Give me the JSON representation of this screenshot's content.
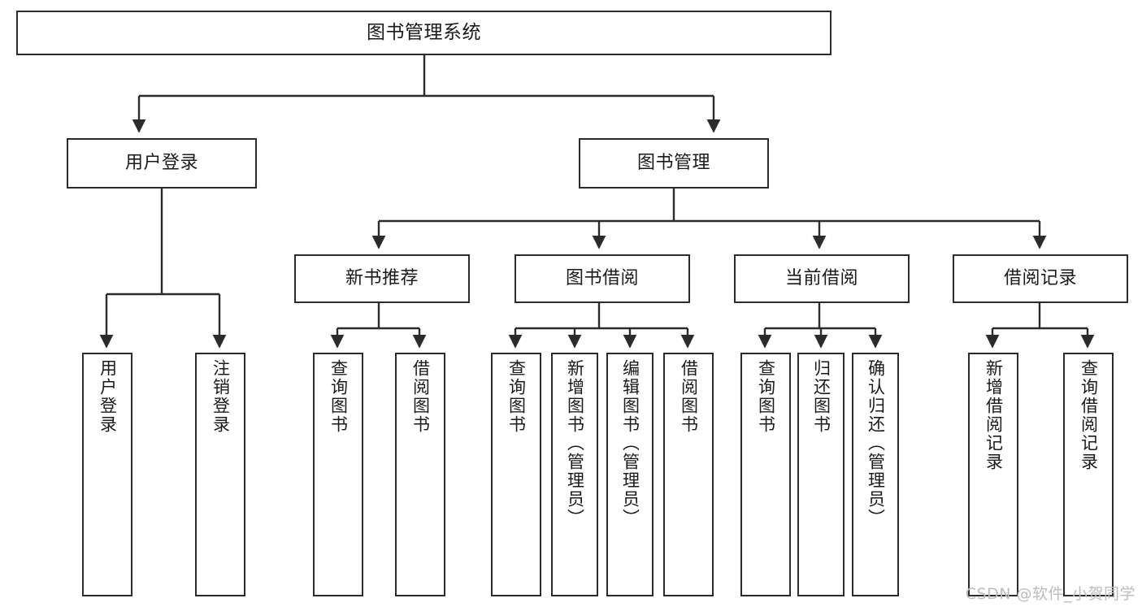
{
  "diagram": {
    "title": "图书管理系统",
    "type": "tree",
    "stroke_color": "#2b2b2b",
    "fill_color": "#ffffff",
    "text_color": "#1a1a1a",
    "nodes": {
      "root": {
        "label": "图书管理系统"
      },
      "level2": [
        {
          "id": "user-login",
          "label": "用户登录"
        },
        {
          "id": "book-manage",
          "label": "图书管理"
        }
      ],
      "level3": [
        {
          "id": "new-book-recommend",
          "label": "新书推荐"
        },
        {
          "id": "book-borrow",
          "label": "图书借阅"
        },
        {
          "id": "current-borrow",
          "label": "当前借阅"
        },
        {
          "id": "borrow-record",
          "label": "借阅记录"
        }
      ],
      "leaves": {
        "user_login": [
          {
            "id": "leaf-user-login",
            "label": "用户登录"
          },
          {
            "id": "leaf-logout-login",
            "label": "注销登录"
          }
        ],
        "new_book_recommend": [
          {
            "id": "leaf-query-book-1",
            "label": "查询图书"
          },
          {
            "id": "leaf-borrow-book-1",
            "label": "借阅图书"
          }
        ],
        "book_borrow": [
          {
            "id": "leaf-query-book-2",
            "label": "查询图书"
          },
          {
            "id": "leaf-add-book",
            "label": "新增图书（管理员）"
          },
          {
            "id": "leaf-edit-book",
            "label": "编辑图书（管理员）"
          },
          {
            "id": "leaf-borrow-book-2",
            "label": "借阅图书"
          }
        ],
        "current_borrow": [
          {
            "id": "leaf-query-book-3",
            "label": "查询图书"
          },
          {
            "id": "leaf-return-book",
            "label": "归还图书"
          },
          {
            "id": "leaf-confirm-return",
            "label": "确认归还（管理员）"
          }
        ],
        "borrow_record": [
          {
            "id": "leaf-add-record",
            "label": "新增借阅记录"
          },
          {
            "id": "leaf-query-record",
            "label": "查询借阅记录"
          }
        ]
      }
    }
  },
  "watermark": {
    "text": "CSDN @软件_小贺同学"
  }
}
